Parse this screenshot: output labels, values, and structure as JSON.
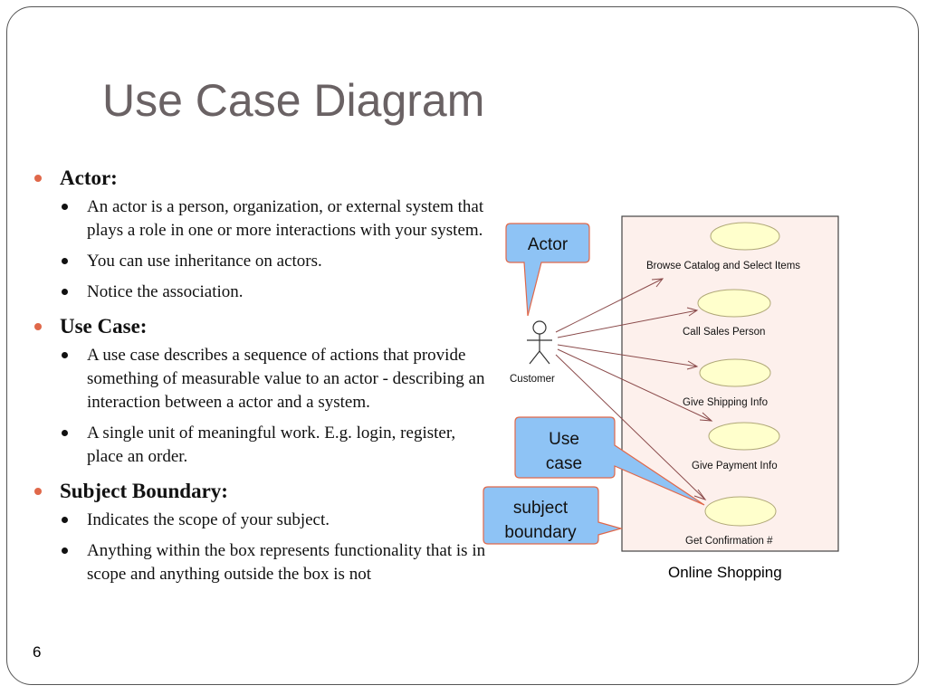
{
  "slide": {
    "title": "Use Case Diagram",
    "page_number": "6",
    "sections": [
      {
        "heading": "Actor:",
        "points": [
          "An actor is a person, organization, or external system that plays a role in one or more interactions with your system.",
          "You can use inheritance on actors.",
          "Notice the association."
        ]
      },
      {
        "heading": "Use Case:",
        "points": [
          "A use case describes a sequence of actions that provide something of measurable value to an actor - describing an interaction  between a actor and a system.",
          "A single unit of meaningful work.  E.g. login, register, place an order."
        ]
      },
      {
        "heading": "Subject Boundary:",
        "points": [
          "Indicates the scope of your subject.",
          "Anything within the box represents functionality that is in scope and anything outside the box is not"
        ]
      }
    ]
  },
  "diagram": {
    "actor_label": "Customer",
    "use_cases": [
      "Browse Catalog and Select Items",
      "Call Sales Person",
      "Give Shipping Info",
      "Give Payment Info",
      "Get Confirmation #"
    ],
    "subject_name": "Online Shopping",
    "callouts": {
      "actor": "Actor",
      "use_case_line1": "Use",
      "use_case_line2": "case",
      "subject_line1": "subject",
      "subject_line2": "boundary"
    },
    "colors": {
      "callout_fill": "#8ec3f5",
      "callout_border": "#e0684a",
      "use_case_fill": "#ffffcc",
      "subject_fill": "#fdf0ec",
      "bullet_accent": "#e0684a"
    }
  }
}
